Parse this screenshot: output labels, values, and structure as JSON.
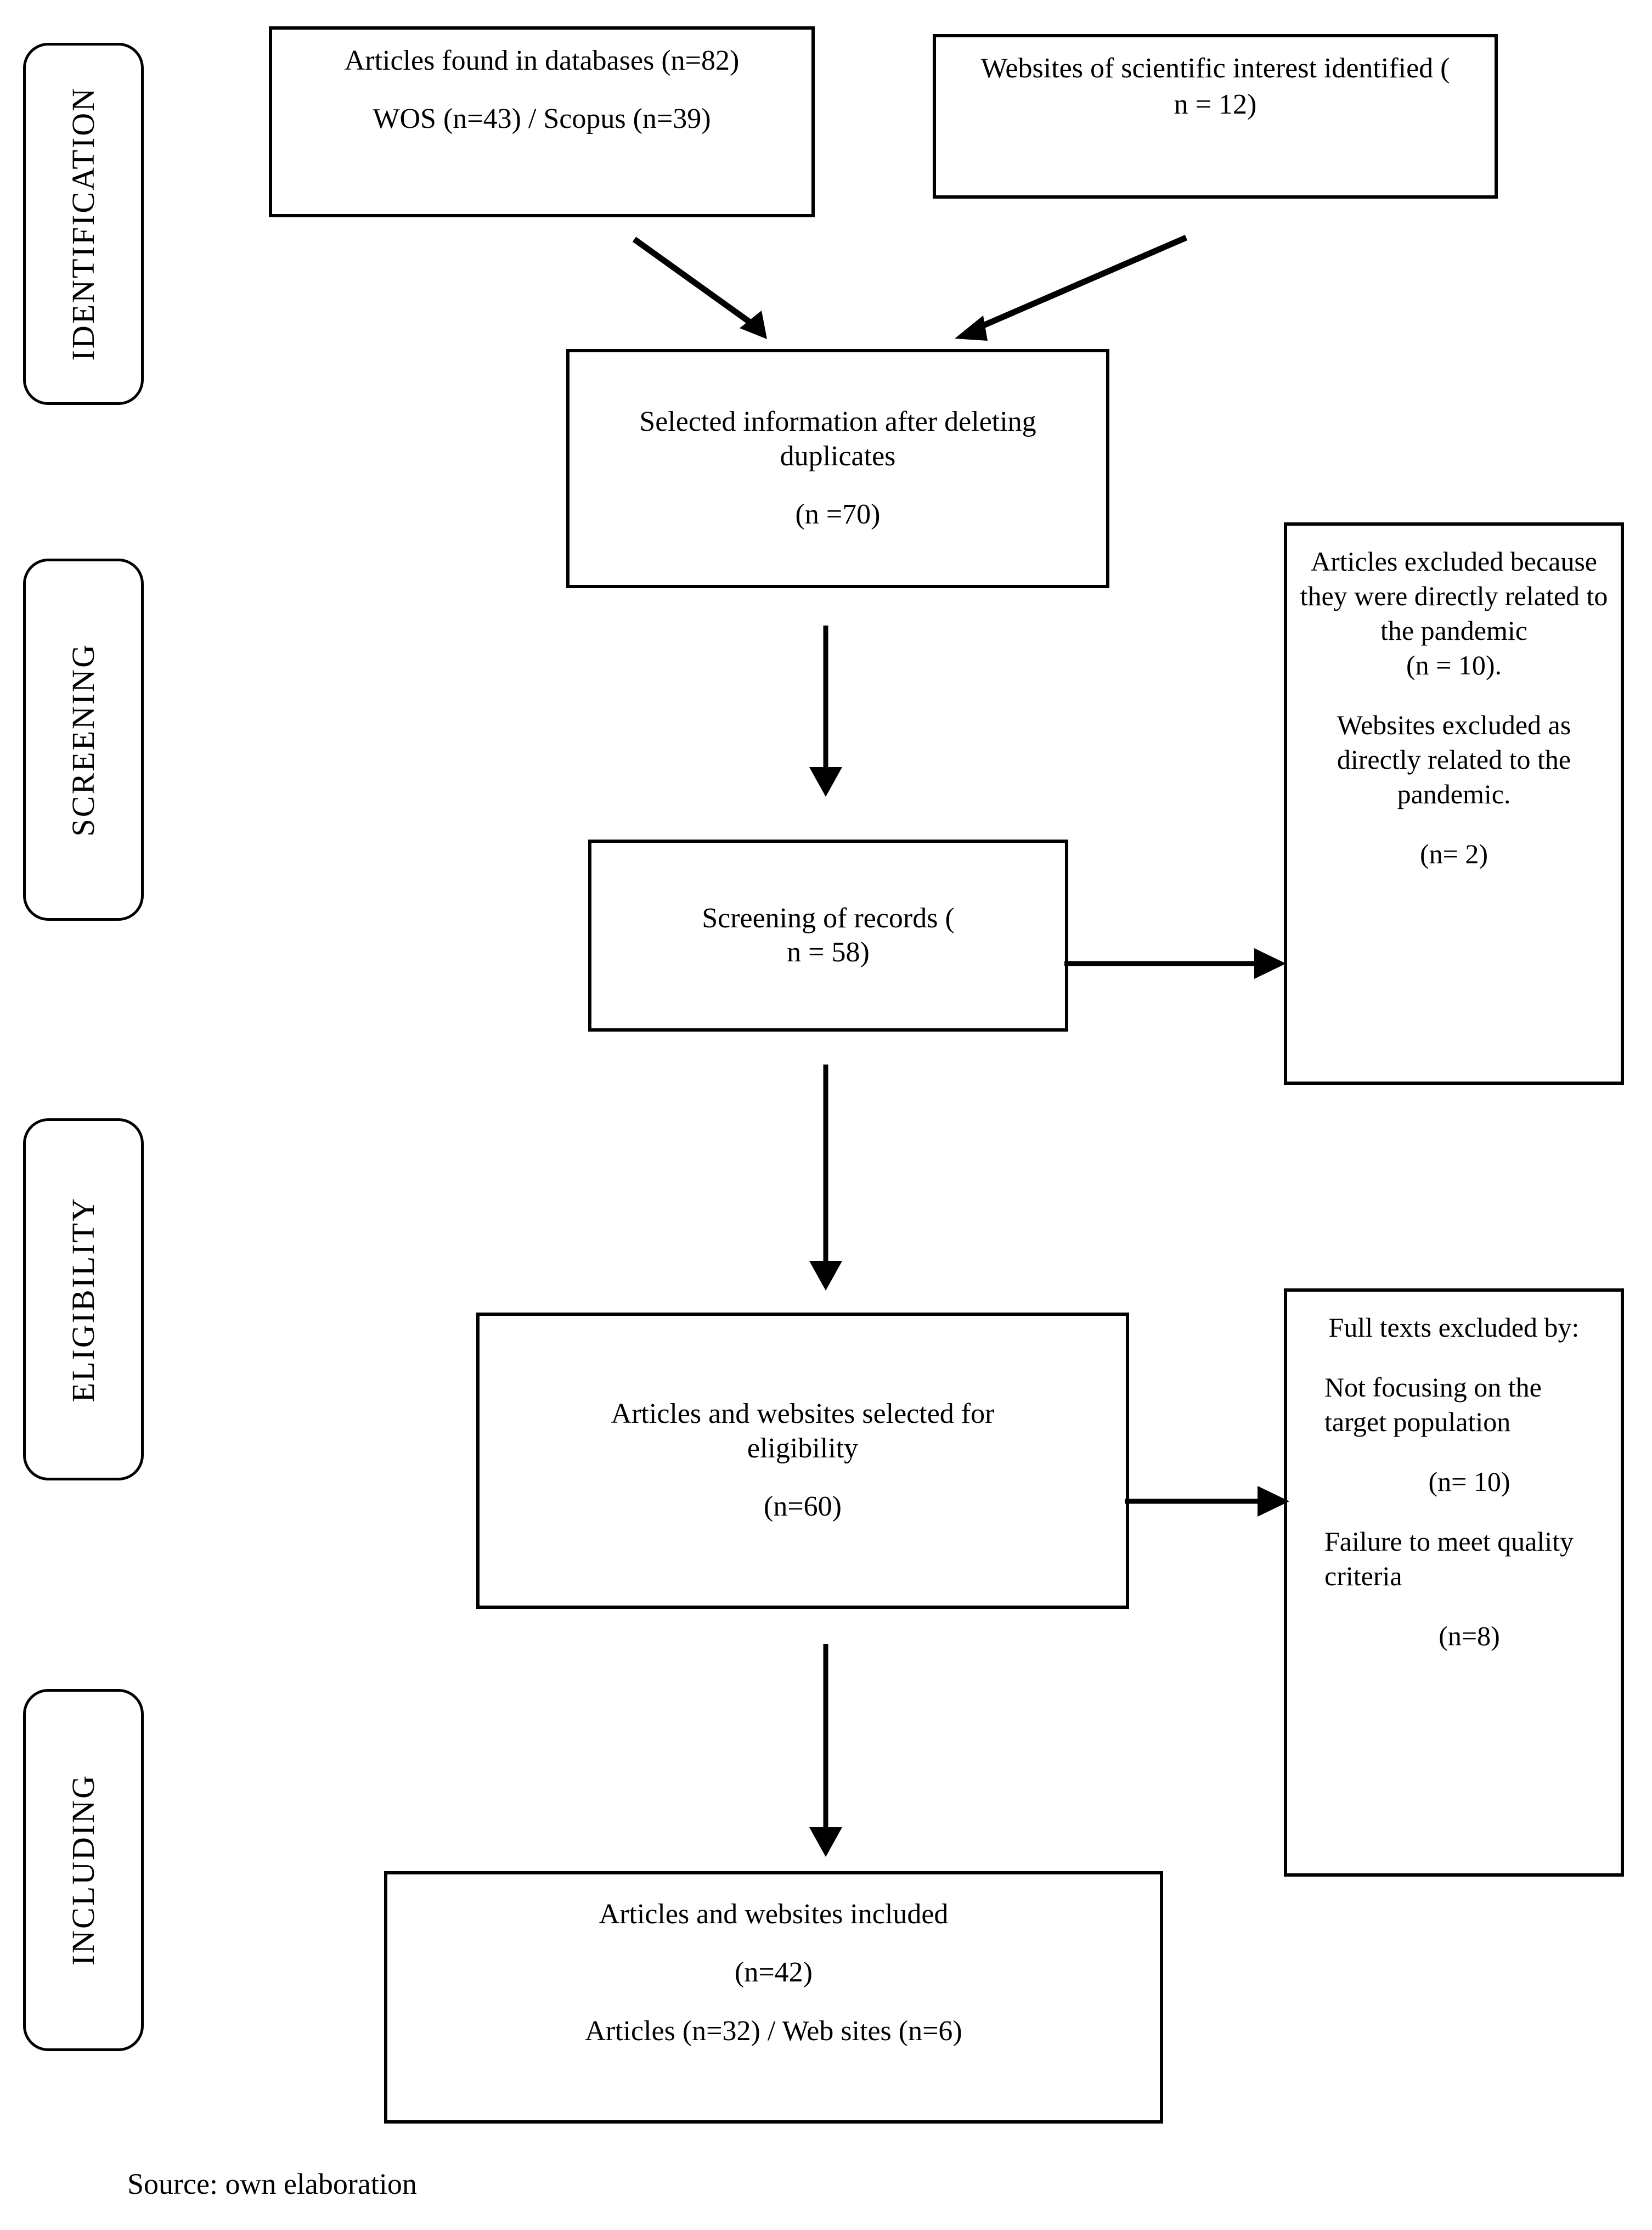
{
  "figure": {
    "type": "prisma-flow-diagram",
    "caption": "Source: own elaboration",
    "stroke_color": "#000000",
    "background_color": "#ffffff"
  },
  "stages": [
    {
      "id": "identification",
      "label": "IDENTIFICATION"
    },
    {
      "id": "screening",
      "label": "SCREENING"
    },
    {
      "id": "eligibility",
      "label": "ELIGIBILITY"
    },
    {
      "id": "including",
      "label": "INCLUDING"
    }
  ],
  "boxes": {
    "databases": {
      "line1": "Articles found in databases (n=82)",
      "line2": "WOS (n=43) / Scopus (n=39)"
    },
    "websites": {
      "line1": "Websites of scientific interest identified (",
      "line2": "n = 12)"
    },
    "duplicates": {
      "line1": "Selected information after deleting duplicates",
      "line2": "(n =70)"
    },
    "screening_records": {
      "line1": "Screening of records (\nn = 58)"
    },
    "excluded_screening": {
      "line1": "Articles excluded because they were directly related to the pandemic\n(n = 10).",
      "line2": "Websites excluded as directly related to the pandemic.",
      "line3": "(n= 2)"
    },
    "eligibility_selected": {
      "line1": "Articles and websites selected for eligibility",
      "line2": "(n=60)"
    },
    "excluded_fulltext": {
      "line1": "Full texts excluded by:",
      "line2": "Not focusing on the target population",
      "line3": "(n= 10)",
      "line4": "Failure to meet quality criteria",
      "line5": "(n=8)"
    },
    "included": {
      "line1": "Articles and websites included",
      "line2": "(n=42)",
      "line3": "Articles (n=32) / Web sites (n=6)"
    }
  },
  "counts": {
    "articles_found": 82,
    "wos": 43,
    "scopus": 39,
    "websites_identified": 12,
    "after_duplicates": 70,
    "screened": 58,
    "articles_excluded_pandemic": 10,
    "websites_excluded_pandemic": 2,
    "eligibility": 60,
    "excluded_not_target_population": 10,
    "excluded_quality_criteria": 8,
    "included_total": 42,
    "included_articles": 32,
    "included_websites": 6
  }
}
